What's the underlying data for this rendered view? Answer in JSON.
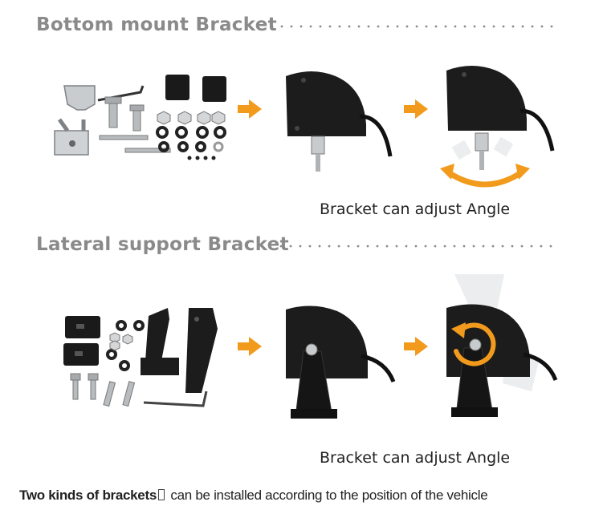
{
  "section_bottom": {
    "title": "Bottom mount Bracket",
    "caption": "Bracket can adjust Angle"
  },
  "section_lateral": {
    "title": "Lateral support Bracket",
    "caption": "Bracket can adjust Angle"
  },
  "footer": {
    "bold_text": "Two kinds of brackets",
    "rest_text": " can be installed according to the position of the vehicle"
  },
  "colors": {
    "heading": "#8a8a8a",
    "arrow": "#f29a1c",
    "lamp": "#1c1c1c",
    "steel": "#b9bcbf"
  },
  "icons": [
    "right-arrow-icon",
    "rotate-arc-icon",
    "rotate-circle-icon"
  ]
}
